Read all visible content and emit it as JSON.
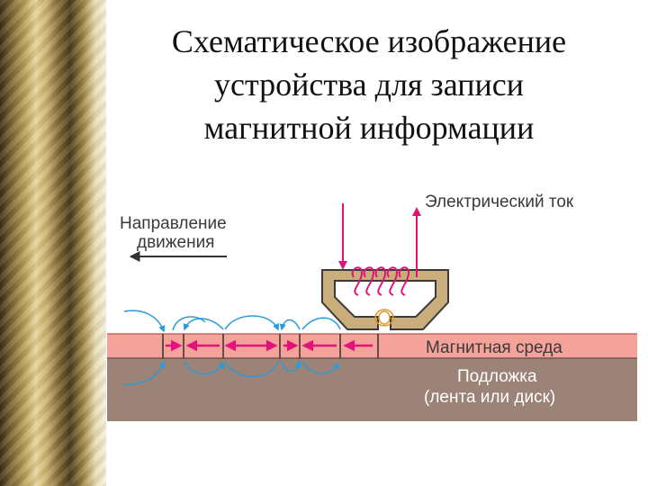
{
  "title": {
    "line1": "Схематическое изображение",
    "line2": "устройства для записи",
    "line3": "магнитной информации"
  },
  "labels": {
    "current": "Электрический ток",
    "direction_line1": "Направление",
    "direction_line2": "движения",
    "medium": "Магнитная среда",
    "substrate_line1": "Подложка",
    "substrate_line2": "(лента или диск)"
  },
  "colors": {
    "current_arrows": "#e0137a",
    "field_lines": "#2a9ad8",
    "medium": "#f4a29a",
    "substrate": "#9c8377",
    "head": "#c9ad7a"
  }
}
